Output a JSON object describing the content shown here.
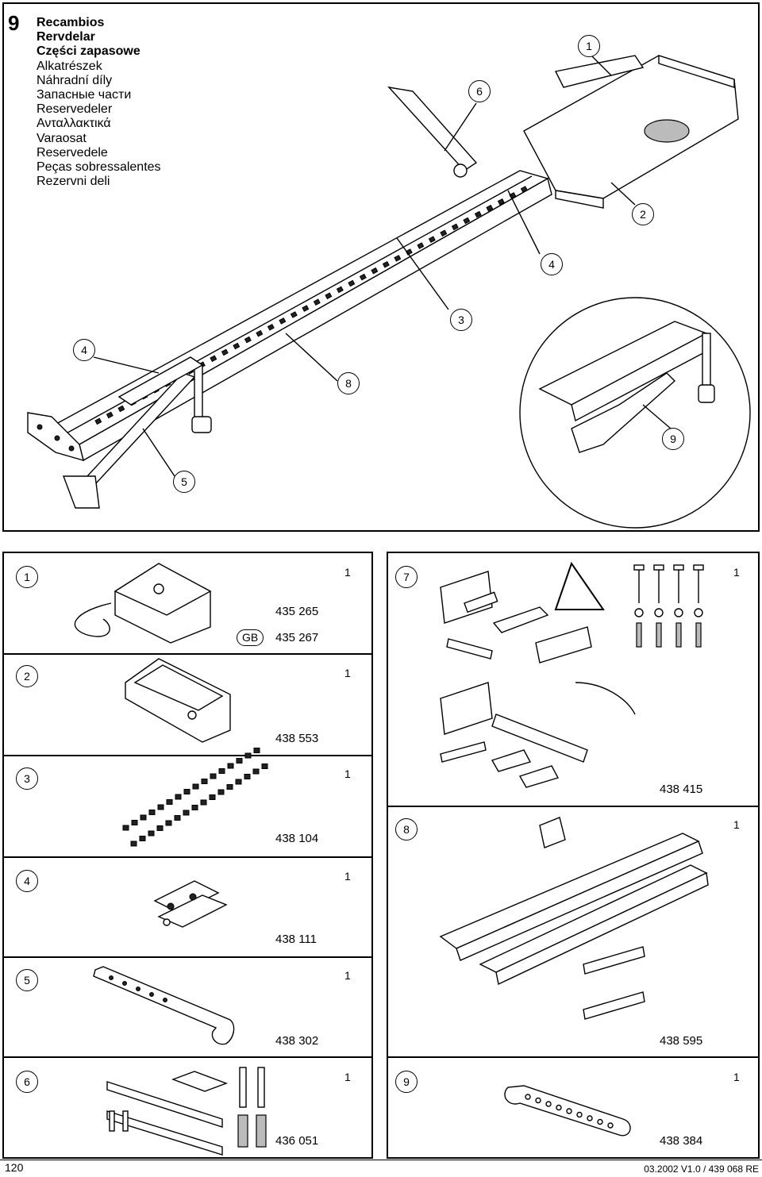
{
  "section_number": "9",
  "titles": {
    "t1": "Recambios",
    "t2": "Rervdelar",
    "t3": "Części zapasowe",
    "t4": "Alkatrészek",
    "t5": "Náhradní díly",
    "t6": "Запасные части",
    "t7": "Reservedeler",
    "t8": "Ανταλλακτικά",
    "t9": "Varaosat",
    "t10": "Reservedele",
    "t11": "Peças sobressalentes",
    "t12": "Rezervni deli"
  },
  "callouts": {
    "c1": "1",
    "c2": "2",
    "c3": "3",
    "c4a": "4",
    "c4b": "4",
    "c5": "5",
    "c6": "6",
    "c8": "8",
    "c9": "9"
  },
  "parts": {
    "p1": {
      "num": "1",
      "qty": "1",
      "pn1": "435 265",
      "gb": "GB",
      "pn2": "435 267"
    },
    "p2": {
      "num": "2",
      "qty": "1",
      "pn": "438 553"
    },
    "p3": {
      "num": "3",
      "qty": "1",
      "pn": "438 104"
    },
    "p4": {
      "num": "4",
      "qty": "1",
      "pn": "438 111"
    },
    "p5": {
      "num": "5",
      "qty": "1",
      "pn": "438 302"
    },
    "p6": {
      "num": "6",
      "qty": "1",
      "pn": "436 051"
    },
    "p7": {
      "num": "7",
      "qty": "1",
      "pn": "438 415"
    },
    "p8": {
      "num": "8",
      "qty": "1",
      "pn": "438 595"
    },
    "p9": {
      "num": "9",
      "qty": "1",
      "pn": "438 384"
    }
  },
  "footer": {
    "page_number": "120",
    "doc_ref": "03.2002  V1.0 / 439 068  RE"
  }
}
